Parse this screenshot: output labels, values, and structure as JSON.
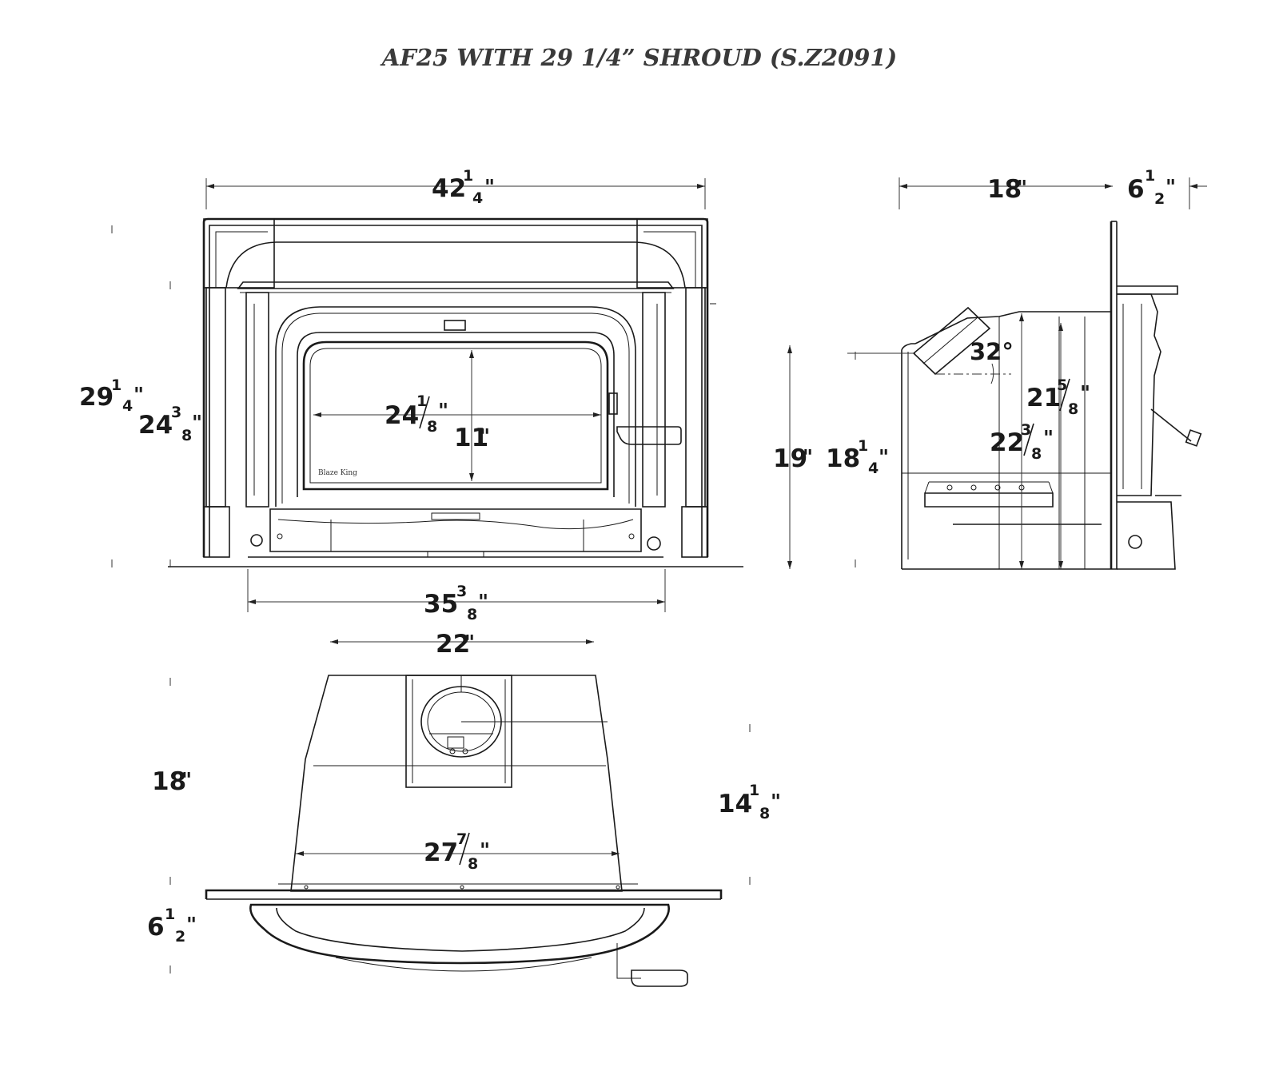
{
  "title": "AF25 WITH 29 1/4” SHROUD (S.Z2091)",
  "logo_text": "Blaze King",
  "front_view": {
    "overall_width": {
      "whole": "42",
      "num": "1",
      "den": "4",
      "unit": "\""
    },
    "overall_height": {
      "whole": "29",
      "num": "1",
      "den": "4",
      "unit": "\""
    },
    "inner_height": {
      "whole": "24",
      "num": "3",
      "den": "8",
      "unit": "\""
    },
    "glass_width": {
      "whole": "24",
      "num": "1",
      "den": "8",
      "unit": "\""
    },
    "glass_height": {
      "whole": "11",
      "unit": "\""
    },
    "insert_width": {
      "whole": "35",
      "num": "3",
      "den": "8",
      "unit": "\""
    }
  },
  "side_view": {
    "depth": {
      "whole": "18",
      "unit": "\""
    },
    "shroud_projection": {
      "whole": "6",
      "num": "1",
      "den": "2",
      "unit": "\""
    },
    "flue_angle": {
      "text": "32°"
    },
    "flue_height_a": {
      "whole": "21",
      "num": "5",
      "den": "8",
      "unit": "\""
    },
    "flue_height_b": {
      "whole": "22",
      "num": "3",
      "den": "8",
      "unit": "\""
    },
    "total_height": {
      "whole": "19",
      "unit": "\""
    },
    "body_height": {
      "whole": "18",
      "num": "1",
      "den": "4",
      "unit": "\""
    }
  },
  "top_view": {
    "rear_width": {
      "whole": "22",
      "unit": "\""
    },
    "depth": {
      "whole": "18",
      "unit": "\""
    },
    "side_depth": {
      "whole": "14",
      "num": "1",
      "den": "8",
      "unit": "\""
    },
    "front_width": {
      "whole": "27",
      "num": "7",
      "den": "8",
      "unit": "\""
    },
    "front_projection": {
      "whole": "6",
      "num": "1",
      "den": "2",
      "unit": "\""
    }
  }
}
